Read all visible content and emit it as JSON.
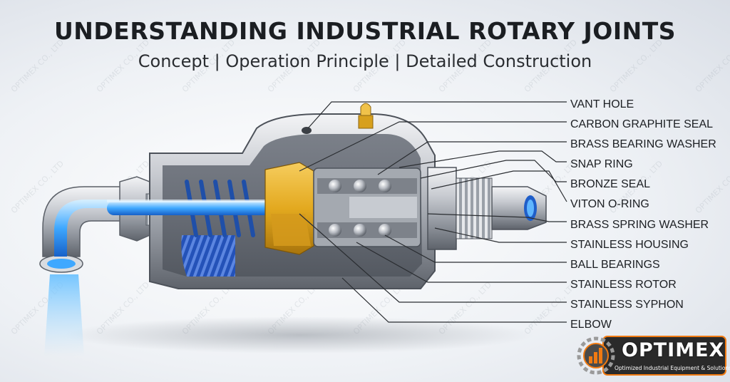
{
  "header": {
    "title": "UNDERSTANDING INDUSTRIAL ROTARY JOINTS",
    "subtitle": "Concept | Operation Principle | Detailed Construction"
  },
  "parts": [
    "VANT HOLE",
    "CARBON GRAPHITE SEAL",
    "BRASS BEARING WASHER",
    "SNAP RING",
    "BRONZE SEAL",
    "VITON O-RING",
    "BRASS SPRING WASHER",
    "STAINLESS HOUSING",
    "BALL BEARINGS",
    "STAINLESS ROTOR",
    "STAINLESS SYPHON",
    "ELBOW"
  ],
  "watermark": "OPTIMEX CO., LTD",
  "brand": {
    "name": "OPTIMEX",
    "tagline": "Optimized Industrial Equipment & Solutions"
  },
  "colors": {
    "steel": "#c9ccd1",
    "brass": "#e3a91f",
    "spring_blue": "#1f4fa8",
    "water": "#3fa8ff",
    "logo_orange": "#f07a12",
    "logo_bg": "#2a2a2a"
  }
}
